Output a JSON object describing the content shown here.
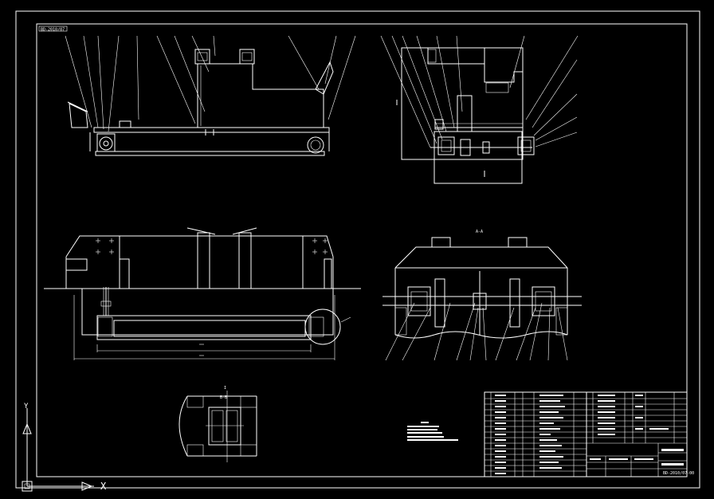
{
  "drawing": {
    "corner_tag": "BD-2010/07",
    "drawing_number": "BD-2010/07-00",
    "section_label_a": "A-A",
    "section_label_b": "B-B",
    "view_mark": "I",
    "ucs_axis_x": "X",
    "ucs_axis_y": "Y",
    "colors": {
      "background": "#000000",
      "line": "#ffffff"
    }
  }
}
